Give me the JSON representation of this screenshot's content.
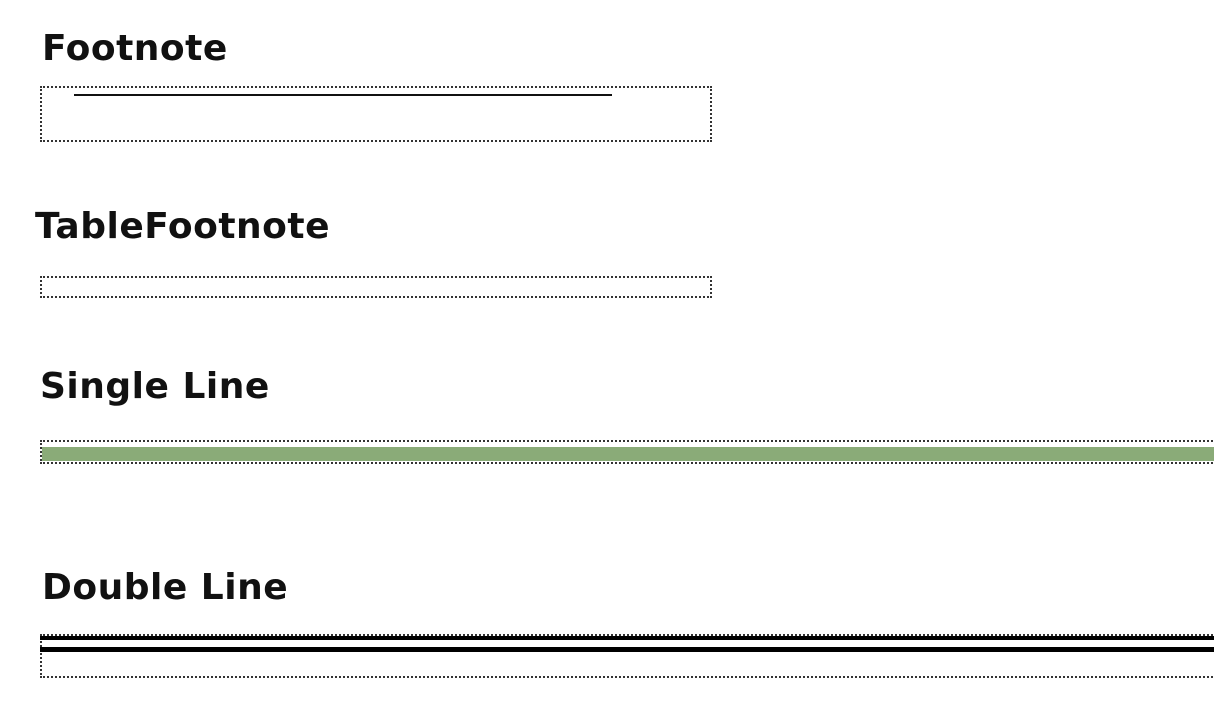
{
  "sections": [
    {
      "id": "footnote",
      "label": "Footnote",
      "rule": "short-single"
    },
    {
      "id": "table-footnote",
      "label": "TableFootnote",
      "rule": "none"
    },
    {
      "id": "single-line",
      "label": "Single Line",
      "rule": "single",
      "rule_color": "#8aab78"
    },
    {
      "id": "double-line",
      "label": "Double Line",
      "rule": "double",
      "rule_color": "#000000"
    }
  ]
}
